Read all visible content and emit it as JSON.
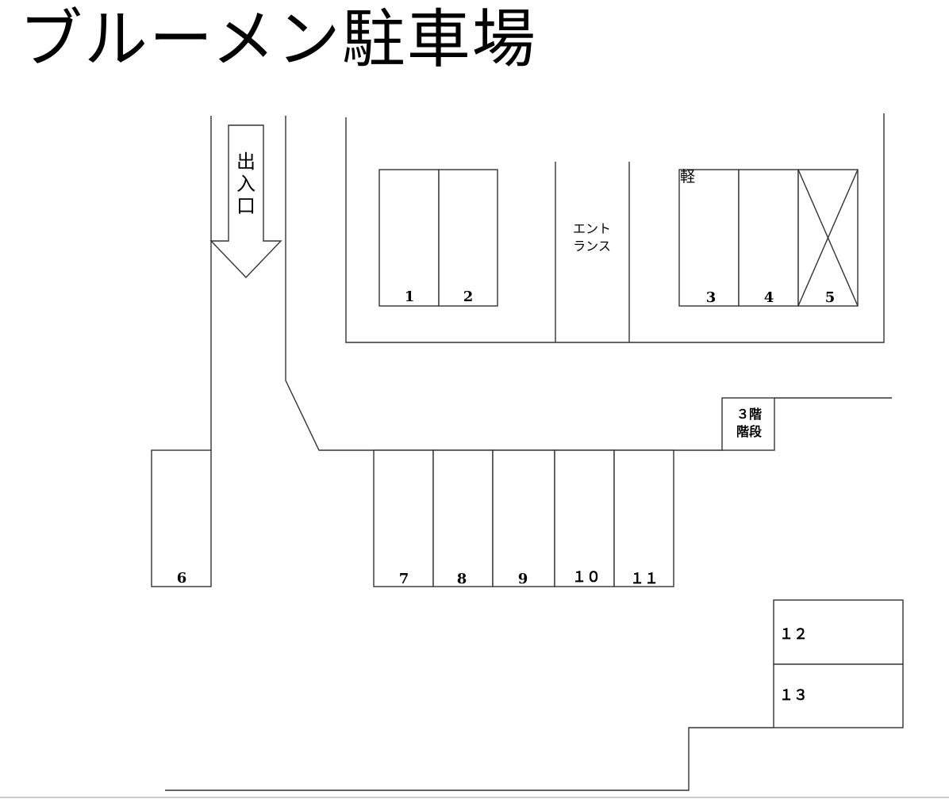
{
  "title": "ブルーメン駐車場",
  "entrance_arrow": {
    "label": "出入口",
    "chars": [
      "出",
      "入",
      "口"
    ]
  },
  "entrance_hall": {
    "line1": "エント",
    "line2": "ランス"
  },
  "stairs": {
    "line1": "３階",
    "line2": "階段"
  },
  "kei_label": "軽",
  "spaces": [
    {
      "id": "1",
      "label": "1"
    },
    {
      "id": "2",
      "label": "2"
    },
    {
      "id": "3",
      "label": "3",
      "note": "軽"
    },
    {
      "id": "4",
      "label": "4"
    },
    {
      "id": "5",
      "label": "5",
      "unavailable": true
    },
    {
      "id": "6",
      "label": "6"
    },
    {
      "id": "7",
      "label": "7"
    },
    {
      "id": "8",
      "label": "8"
    },
    {
      "id": "9",
      "label": "9"
    },
    {
      "id": "10",
      "label": "１０"
    },
    {
      "id": "11",
      "label": "１１"
    },
    {
      "id": "12",
      "label": "１２"
    },
    {
      "id": "13",
      "label": "１３"
    }
  ],
  "colors": {
    "line": "#333333",
    "background": "#ffffff",
    "text": "#000000"
  }
}
